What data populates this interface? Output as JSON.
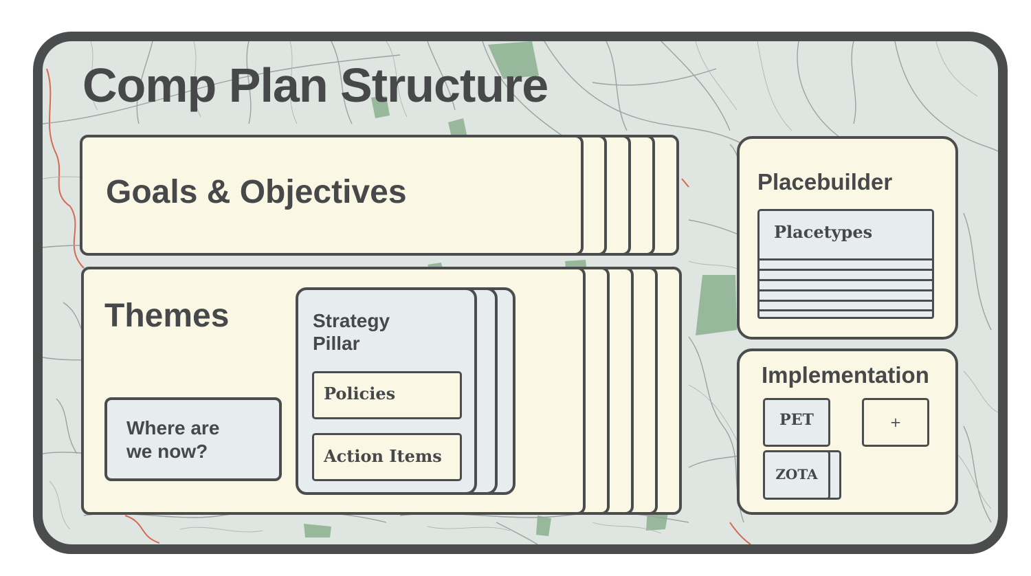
{
  "title": "Comp Plan Structure",
  "goals": {
    "title": "Goals & Objectives"
  },
  "themes": {
    "title": "Themes",
    "where_box": "Where are we now?",
    "strategy_pillar": {
      "title": "Strategy Pillar",
      "policies": "Policies",
      "action_items": "Action Items"
    }
  },
  "placebuilder": {
    "title": "Placebuilder",
    "placetypes": "Placetypes"
  },
  "implementation": {
    "title": "Implementation",
    "items": {
      "pet": "PET",
      "plus": "+",
      "zota": "ZOTA"
    }
  },
  "colors": {
    "frame": "#4b4c4e",
    "map_background": "#dfe5e1",
    "map_roads": "#9aa3a1",
    "map_parks": "#98b89c",
    "map_water": "#d26a55",
    "card_yellow": "#faf8e5",
    "card_gray": "#e7ecef",
    "text": "#47484a"
  }
}
